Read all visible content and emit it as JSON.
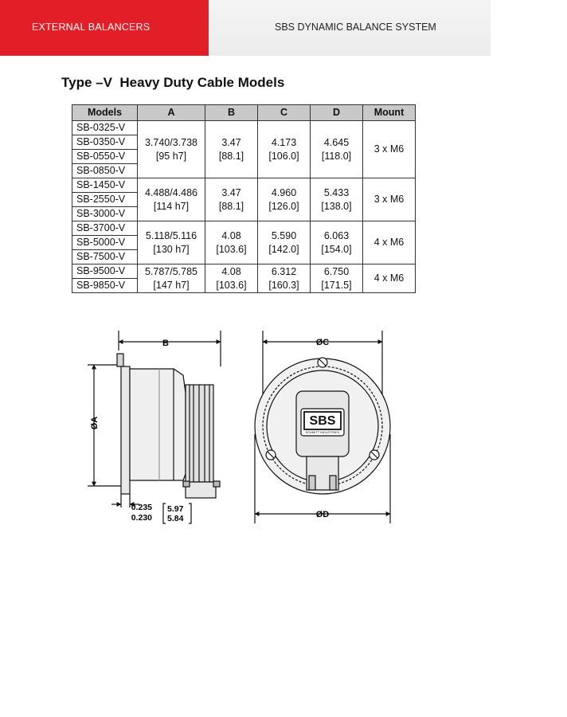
{
  "header": {
    "left_label": "EXTERNAL BALANCERS",
    "right_label": "SBS DYNAMIC BALANCE SYSTEM"
  },
  "colors": {
    "brand_red": "#e21e26",
    "header_gray": "#efefef",
    "table_header": "#c9c9c9"
  },
  "title": "Type –V  Heavy Duty Cable Models",
  "table": {
    "headers": [
      "Models",
      "A",
      "B",
      "C",
      "D",
      "Mount"
    ],
    "groups": [
      {
        "models": [
          "SB-0325-V",
          "SB-0350-V",
          "SB-0550-V",
          "SB-0850-V"
        ],
        "a": [
          "3.740/3.738",
          "[95 h7]"
        ],
        "b": [
          "3.47",
          "[88.1]"
        ],
        "c": [
          "4.173",
          "[106.0]"
        ],
        "d": [
          "4.645",
          "[118.0]"
        ],
        "mount": "3 x M6"
      },
      {
        "models": [
          "SB-1450-V",
          "SB-2550-V",
          "SB-3000-V"
        ],
        "a": [
          "4.488/4.486",
          "[114 h7]"
        ],
        "b": [
          "3.47",
          "[88.1]"
        ],
        "c": [
          "4.960",
          "[126.0]"
        ],
        "d": [
          "5.433",
          "[138.0]"
        ],
        "mount": "3 x M6"
      },
      {
        "models": [
          "SB-3700-V",
          "SB-5000-V",
          "SB-7500-V"
        ],
        "a": [
          "5.118/5.116",
          "[130 h7]"
        ],
        "b": [
          "4.08",
          "[103.6]"
        ],
        "c": [
          "5.590",
          "[142.0]"
        ],
        "d": [
          "6.063",
          "[154.0]"
        ],
        "mount": "4 x M6"
      },
      {
        "models": [
          "SB-9500-V",
          "SB-9850-V"
        ],
        "a": [
          "5.787/5.785",
          "[147 h7]"
        ],
        "b": [
          "4.08",
          "[103.6]"
        ],
        "c": [
          "6.312",
          "[160.3]"
        ],
        "d": [
          "6.750",
          "[171.5]"
        ],
        "mount": "4 x M6"
      }
    ]
  },
  "drawing": {
    "dim_b": "B",
    "dim_a": "ØA",
    "dim_c": "ØC",
    "dim_d": "ØD",
    "flange_in_top": "0.235",
    "flange_in_bottom": "0.230",
    "flange_mm_top": "5.97",
    "flange_mm_bottom": "5.84",
    "logo_text": "SBS",
    "logo_subtext": "SCHMITT INDUSTRIES"
  }
}
